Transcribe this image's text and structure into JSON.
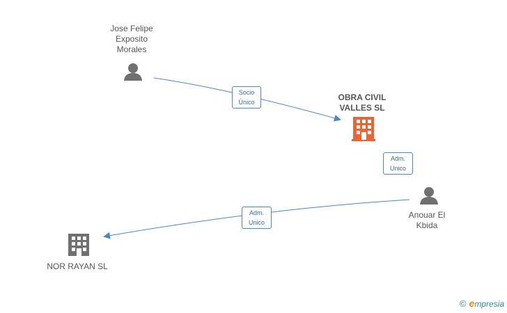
{
  "nodes": {
    "jose": {
      "label": "Jose Felipe Exposito Morales",
      "type": "person"
    },
    "obra": {
      "label": "OBRA CIVIL VALLES SL",
      "type": "company-main"
    },
    "anouar": {
      "label": "Anouar El Kbida",
      "type": "person"
    },
    "nor": {
      "label": "NOR RAYAN SL",
      "type": "company"
    }
  },
  "edges": [
    {
      "from": "jose",
      "to": "obra",
      "label": "Socio Único"
    },
    {
      "from": "anouar",
      "to": "obra",
      "label": "Adm. Unico"
    },
    {
      "from": "anouar",
      "to": "nor",
      "label": "Adm. Unico"
    }
  ],
  "footer": {
    "copyright": "©",
    "brand_first": "e",
    "brand_rest": "mpresia"
  },
  "colors": {
    "edge": "#4a86c8",
    "person": "#707070",
    "company": "#707070",
    "company_main": "#f0622f"
  },
  "icons": {
    "person": "person-icon",
    "company": "building-icon"
  }
}
